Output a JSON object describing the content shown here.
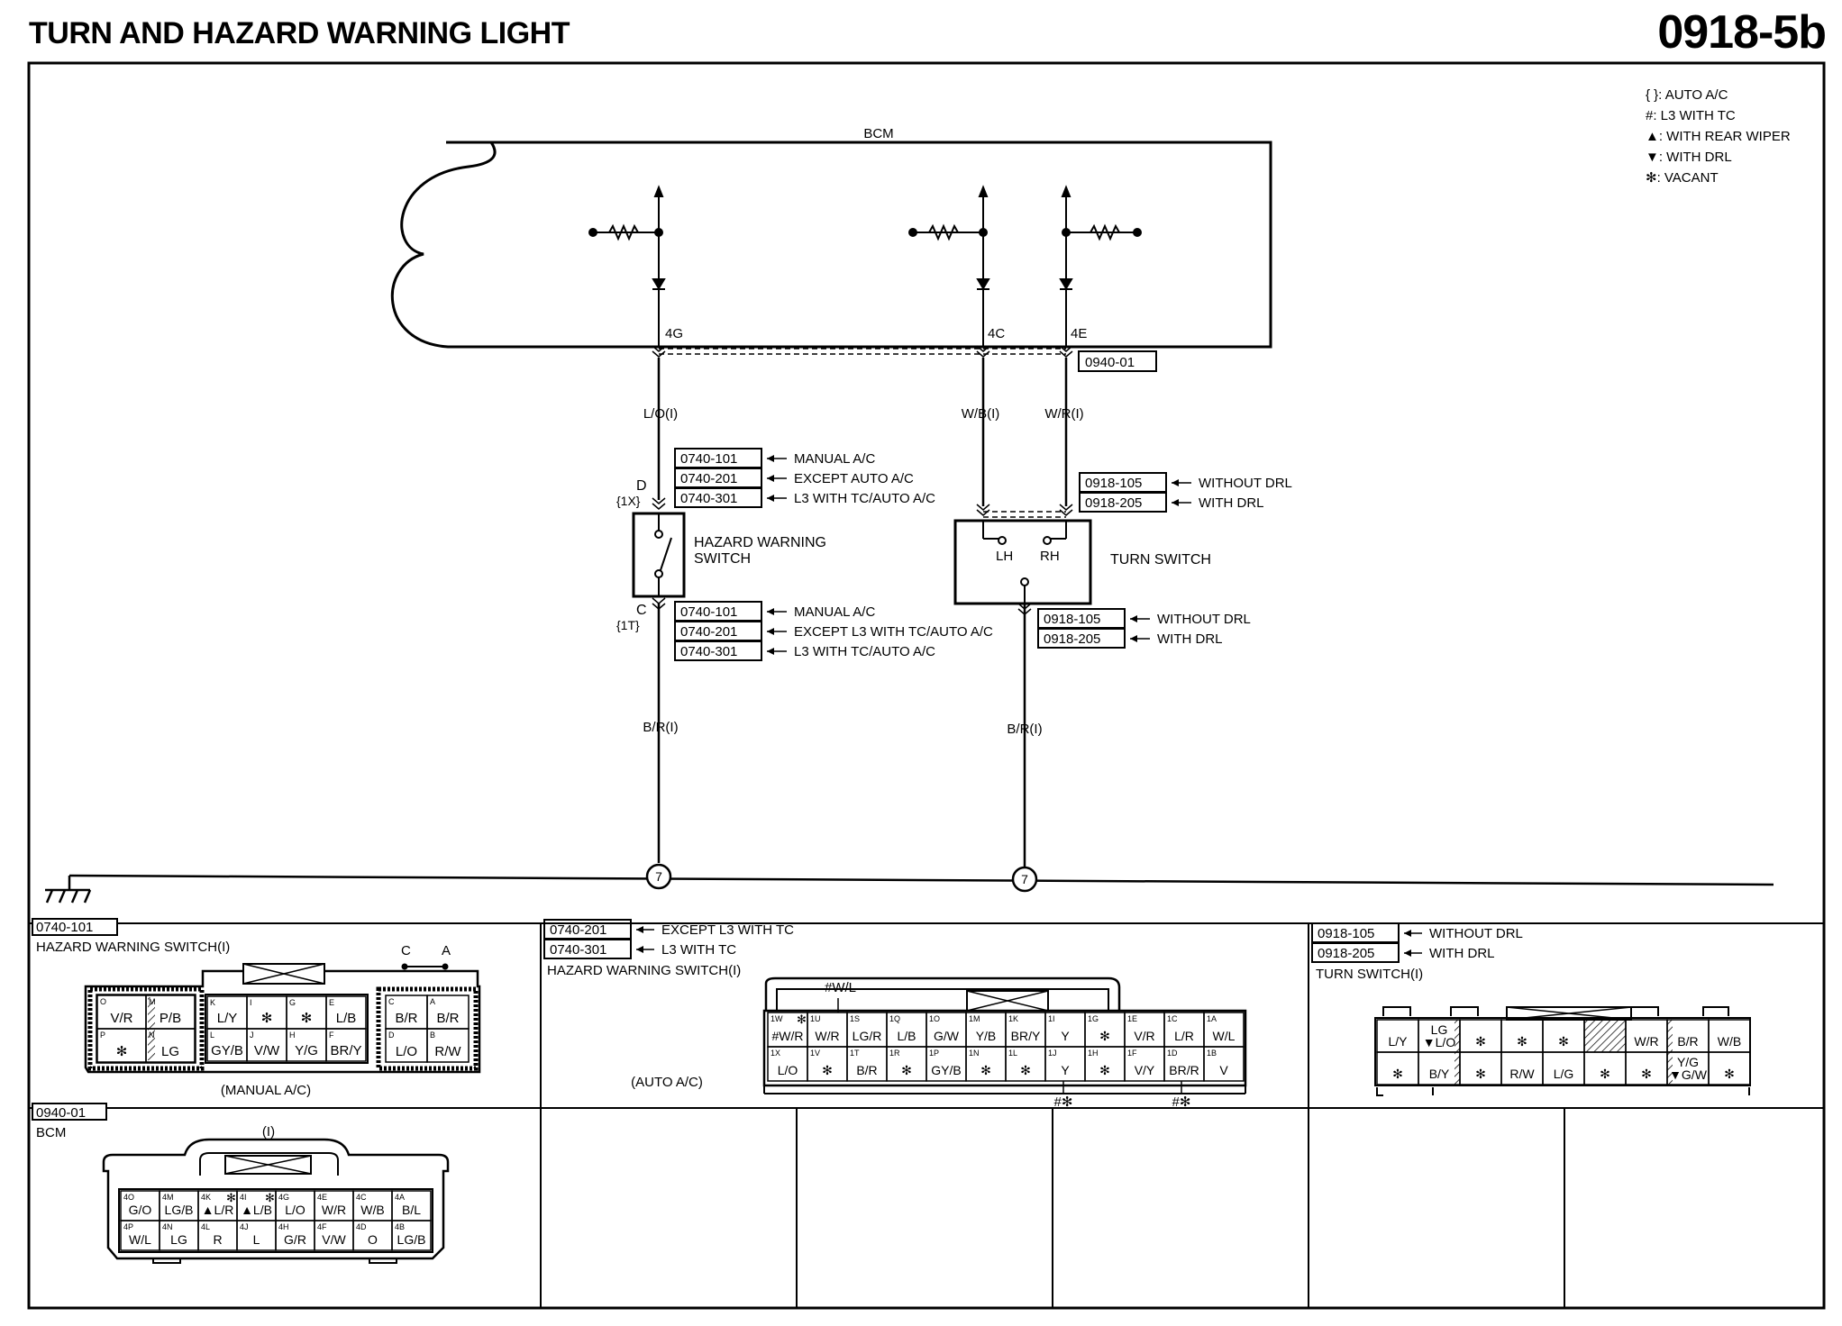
{
  "header": {
    "title": "TURN AND HAZARD WARNING LIGHT",
    "code": "0918-5b"
  },
  "legend": [
    {
      "symbol": "{ }",
      "text": "AUTO A/C"
    },
    {
      "symbol": "#",
      "text": "L3 WITH TC"
    },
    {
      "symbol": "▲",
      "text": "WITH REAR WIPER"
    },
    {
      "symbol": "▼",
      "text": "WITH DRL"
    },
    {
      "symbol": "✻",
      "text": "VACANT"
    }
  ],
  "bcm": {
    "label": "BCM",
    "pins": [
      "4G",
      "4C",
      "4E"
    ],
    "connector_ref": "0940-01"
  },
  "wires": {
    "lo": "L/O(I)",
    "wb": "W/B(I)",
    "wr": "W/R(I)",
    "br_left": "B/R(I)",
    "br_right": "B/R(I)"
  },
  "hazard_switch": {
    "label_line1": "HAZARD WARNING",
    "label_line2": "SWITCH",
    "pin_top": "D",
    "pin_top_alt": "{1X}",
    "pin_bottom": "C",
    "pin_bottom_alt": "{1T}",
    "refs_top": [
      {
        "code": "0740-101",
        "desc": "MANUAL A/C"
      },
      {
        "code": "0740-201",
        "desc": "EXCEPT AUTO A/C"
      },
      {
        "code": "0740-301",
        "desc": "L3 WITH TC/AUTO A/C"
      }
    ],
    "refs_bottom": [
      {
        "code": "0740-101",
        "desc": "MANUAL A/C"
      },
      {
        "code": "0740-201",
        "desc": "EXCEPT L3 WITH TC/AUTO A/C"
      },
      {
        "code": "0740-301",
        "desc": "L3 WITH TC/AUTO A/C"
      }
    ]
  },
  "turn_switch": {
    "label": "TURN SWITCH",
    "lh": "LH",
    "rh": "RH",
    "refs_top": [
      {
        "code": "0918-105",
        "desc": "WITHOUT DRL"
      },
      {
        "code": "0918-205",
        "desc": "WITH DRL"
      }
    ],
    "refs_bottom": [
      {
        "code": "0918-105",
        "desc": "WITHOUT DRL"
      },
      {
        "code": "0918-205",
        "desc": "WITH DRL"
      }
    ]
  },
  "ground": {
    "number": "7"
  },
  "panels": {
    "p1": {
      "code": "0740-101",
      "title": "HAZARD WARNING SWITCH(I)",
      "caption": "(MANUAL A/C)",
      "c_label": "C",
      "a_label": "A",
      "left_block": [
        [
          "O",
          "V/R"
        ],
        [
          "M",
          "P/B"
        ],
        [
          "P",
          "✻"
        ],
        [
          "N",
          "LG"
        ]
      ],
      "center_top": [
        [
          "K",
          "L/Y"
        ],
        [
          "I",
          "✻"
        ],
        [
          "G",
          "✻"
        ],
        [
          "E",
          "L/B"
        ]
      ],
      "center_bottom": [
        [
          "L",
          "GY/B"
        ],
        [
          "J",
          "V/W"
        ],
        [
          "H",
          "Y/G"
        ],
        [
          "F",
          "BR/Y"
        ]
      ],
      "right_block": [
        [
          "C",
          "B/R"
        ],
        [
          "A",
          "B/R"
        ],
        [
          "D",
          "L/O"
        ],
        [
          "B",
          "R/W"
        ]
      ]
    },
    "p2": {
      "refs": [
        {
          "code": "0740-201",
          "desc": "EXCEPT L3 WITH TC"
        },
        {
          "code": "0740-301",
          "desc": "L3 WITH TC"
        }
      ],
      "title": "HAZARD WARNING SWITCH(I)",
      "caption": "(AUTO A/C)",
      "above": "#W/L",
      "below": "#✻",
      "top": [
        [
          "1W",
          "#W/R",
          "✻"
        ],
        [
          "1U",
          "W/R"
        ],
        [
          "1S",
          "LG/R"
        ],
        [
          "1Q",
          "L/B"
        ],
        [
          "1O",
          "G/W"
        ],
        [
          "1M",
          "Y/B"
        ],
        [
          "1K",
          "BR/Y"
        ],
        [
          "1I",
          "Y"
        ],
        [
          "1G",
          "✻"
        ],
        [
          "1E",
          "V/R"
        ],
        [
          "1C",
          "L/R"
        ],
        [
          "1A",
          "W/L"
        ]
      ],
      "bottom": [
        [
          "1X",
          "L/O"
        ],
        [
          "1V",
          "✻"
        ],
        [
          "1T",
          "B/R"
        ],
        [
          "1R",
          "✻"
        ],
        [
          "1P",
          "GY/B"
        ],
        [
          "1N",
          "✻"
        ],
        [
          "1L",
          "✻"
        ],
        [
          "1J",
          "Y"
        ],
        [
          "1H",
          "✻"
        ],
        [
          "1F",
          "V/Y"
        ],
        [
          "1D",
          "BR/R"
        ],
        [
          "1B",
          "V"
        ]
      ]
    },
    "p3": {
      "refs": [
        {
          "code": "0918-105",
          "desc": "WITHOUT DRL"
        },
        {
          "code": "0918-205",
          "desc": "WITH DRL"
        }
      ],
      "title": "TURN SWITCH(I)",
      "top": [
        "L/Y",
        "LG\n▼L/O",
        "✻",
        "✻",
        "✻",
        "",
        "W/R",
        "B/R",
        "W/B"
      ],
      "bottom": [
        "✻",
        "B/Y",
        "✻",
        "R/W",
        "L/G",
        "✻",
        "✻",
        "Y/G\n▼G/W",
        "✻"
      ]
    },
    "p4": {
      "code": "0940-01",
      "title": "BCM",
      "mark": "(I)",
      "top": [
        [
          "4O",
          "G/O"
        ],
        [
          "4M",
          "LG/B"
        ],
        [
          "4K",
          "▲L/R",
          "✻"
        ],
        [
          "4I",
          "▲L/B",
          "✻"
        ],
        [
          "4G",
          "L/O"
        ],
        [
          "4E",
          "W/R"
        ],
        [
          "4C",
          "W/B"
        ],
        [
          "4A",
          "B/L"
        ]
      ],
      "bottom": [
        [
          "4P",
          "W/L"
        ],
        [
          "4N",
          "LG"
        ],
        [
          "4L",
          "R"
        ],
        [
          "4J",
          "L"
        ],
        [
          "4H",
          "G/R"
        ],
        [
          "4F",
          "V/W"
        ],
        [
          "4D",
          "O"
        ],
        [
          "4B",
          "LG/B"
        ]
      ]
    }
  }
}
